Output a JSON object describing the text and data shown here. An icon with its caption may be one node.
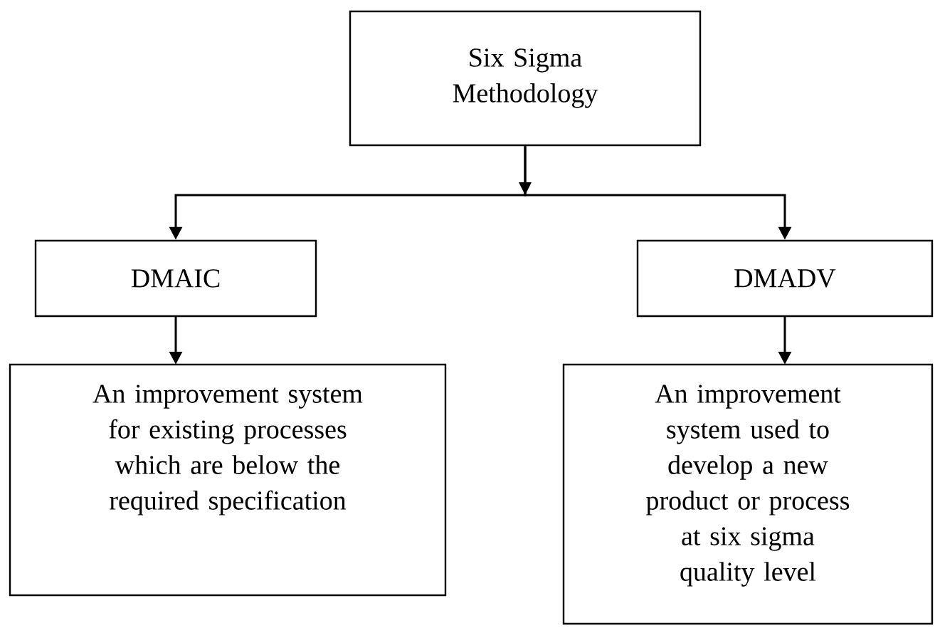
{
  "diagram": {
    "nodes": [
      {
        "text": [
          "Six Sigma Methodology"
        ]
      },
      {
        "text": [
          "DMAIC"
        ]
      },
      {
        "text": [
          "DMADV"
        ]
      },
      {
        "text": [
          "An improvement system for existing processes which are below the required specification"
        ]
      },
      {
        "text": [
          "An improvement system used to develop a new product or process at six sigma quality level"
        ]
      }
    ],
    "edges": [
      {
        "from": 0,
        "to": 1,
        "arrow": "to"
      },
      {
        "from": 0,
        "to": 2,
        "arrow": "to"
      },
      {
        "from": 1,
        "to": 3,
        "arrow": "to"
      },
      {
        "from": 2,
        "to": 4,
        "arrow": "to"
      }
    ]
  }
}
